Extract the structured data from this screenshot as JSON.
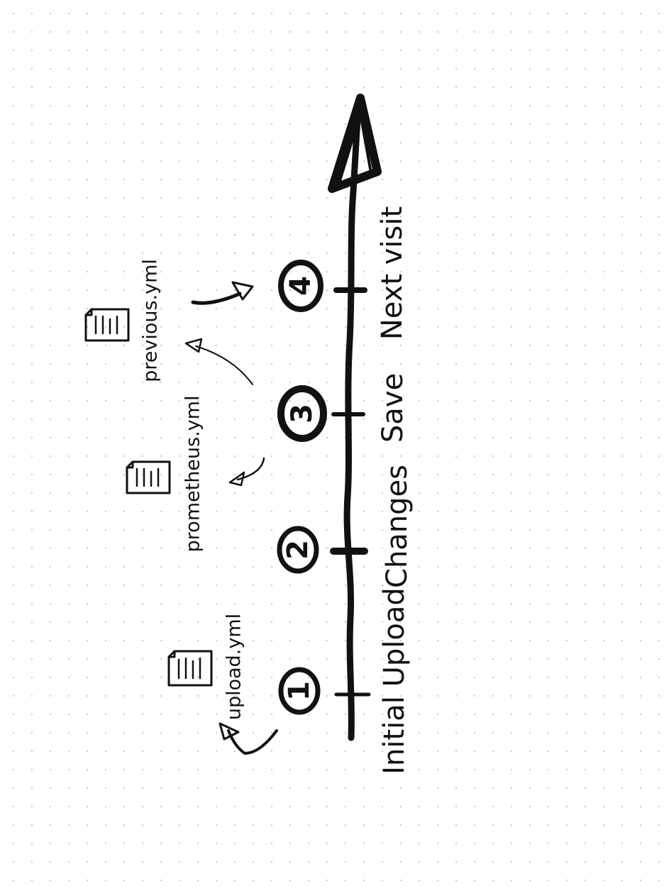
{
  "diagram": {
    "stages": [
      {
        "number": "1",
        "label": "Initial Upload"
      },
      {
        "number": "2",
        "label": "Changes"
      },
      {
        "number": "3",
        "label": "Save"
      },
      {
        "number": "4",
        "label": "Next visit"
      }
    ],
    "files": [
      {
        "label": "upload.yml"
      },
      {
        "label": "prometheus.yml"
      },
      {
        "label": "previous.yml"
      }
    ]
  }
}
